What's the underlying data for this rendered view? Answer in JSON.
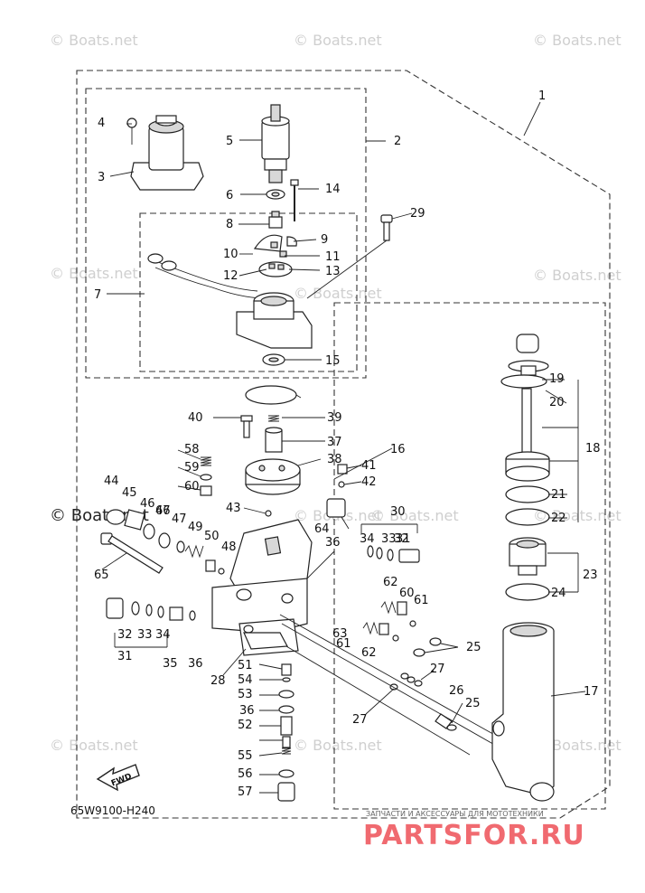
{
  "watermarks": [
    "© Boats.net",
    "© Boats.net",
    "© Boats.net",
    "© Boats.net",
    "© Boats.net",
    "© Boats.net",
    "© Boats.net",
    "© Boats.net",
    "© Boats.net",
    "© Boats.net",
    "© Boats.net",
    "© Boats.net",
    "© Boats.net"
  ],
  "diagram_code": "65W9100-H240",
  "fwd_label": "FWD",
  "brand_tagline": "ЗАПЧАСТИ И АКСЕССУАРЫ ДЛЯ МОТОТЕХНИКИ",
  "brand_logo": "PARTSFOR.RU",
  "callouts": [
    "1",
    "2",
    "3",
    "4",
    "5",
    "6",
    "7",
    "8",
    "9",
    "10",
    "11",
    "12",
    "13",
    "14",
    "15",
    "16",
    "17",
    "18",
    "19",
    "20",
    "21",
    "22",
    "23",
    "24",
    "25",
    "25",
    "26",
    "27",
    "27",
    "28",
    "29",
    "30",
    "31",
    "31",
    "32",
    "32",
    "33",
    "33",
    "34",
    "34",
    "35",
    "36",
    "36",
    "36",
    "37",
    "38",
    "39",
    "40",
    "41",
    "42",
    "43",
    "44",
    "45",
    "46",
    "47",
    "47",
    "48",
    "49",
    "50",
    "51",
    "52",
    "53",
    "54",
    "55",
    "56",
    "57",
    "58",
    "59",
    "60",
    "60",
    "61",
    "61",
    "62",
    "62",
    "63",
    "64",
    "65",
    "66"
  ]
}
